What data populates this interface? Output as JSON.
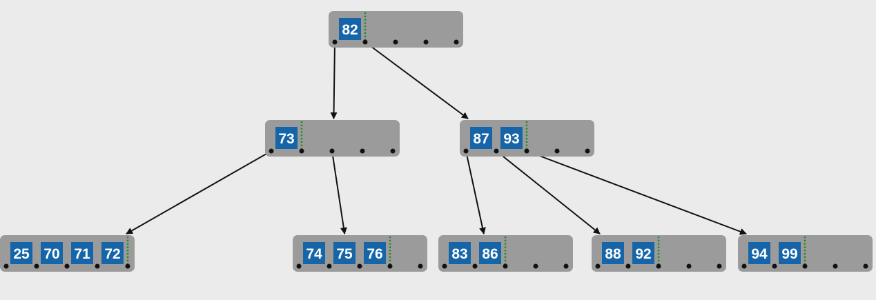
{
  "btree": {
    "nodes": [
      {
        "id": "root",
        "keys": [
          "82"
        ],
        "level": 0
      },
      {
        "id": "n73",
        "keys": [
          "73"
        ],
        "level": 1
      },
      {
        "id": "n8793",
        "keys": [
          "87",
          "93"
        ],
        "level": 1
      },
      {
        "id": "l1",
        "keys": [
          "25",
          "70",
          "71",
          "72"
        ],
        "level": 2
      },
      {
        "id": "l2",
        "keys": [
          "74",
          "75",
          "76"
        ],
        "level": 2
      },
      {
        "id": "l3",
        "keys": [
          "83",
          "86"
        ],
        "level": 2
      },
      {
        "id": "l4",
        "keys": [
          "88",
          "92"
        ],
        "level": 2
      },
      {
        "id": "l5",
        "keys": [
          "94",
          "99"
        ],
        "level": 2
      }
    ],
    "edges": [
      {
        "from": "root",
        "pointer": 0,
        "to": "n73"
      },
      {
        "from": "root",
        "pointer": 1,
        "to": "n8793"
      },
      {
        "from": "n73",
        "pointer": 0,
        "to": "l1"
      },
      {
        "from": "n73",
        "pointer": 2,
        "to": "l2"
      },
      {
        "from": "n8793",
        "pointer": 0,
        "to": "l3"
      },
      {
        "from": "n8793",
        "pointer": 1,
        "to": "l4"
      },
      {
        "from": "n8793",
        "pointer": 2,
        "to": "l5"
      }
    ]
  },
  "colors": {
    "background": "#ebebeb",
    "node": "#9b9b9b",
    "key": "#1565a8",
    "key_text": "#ffffff",
    "divider": "#1f8a1f",
    "pointer": "#111111"
  }
}
